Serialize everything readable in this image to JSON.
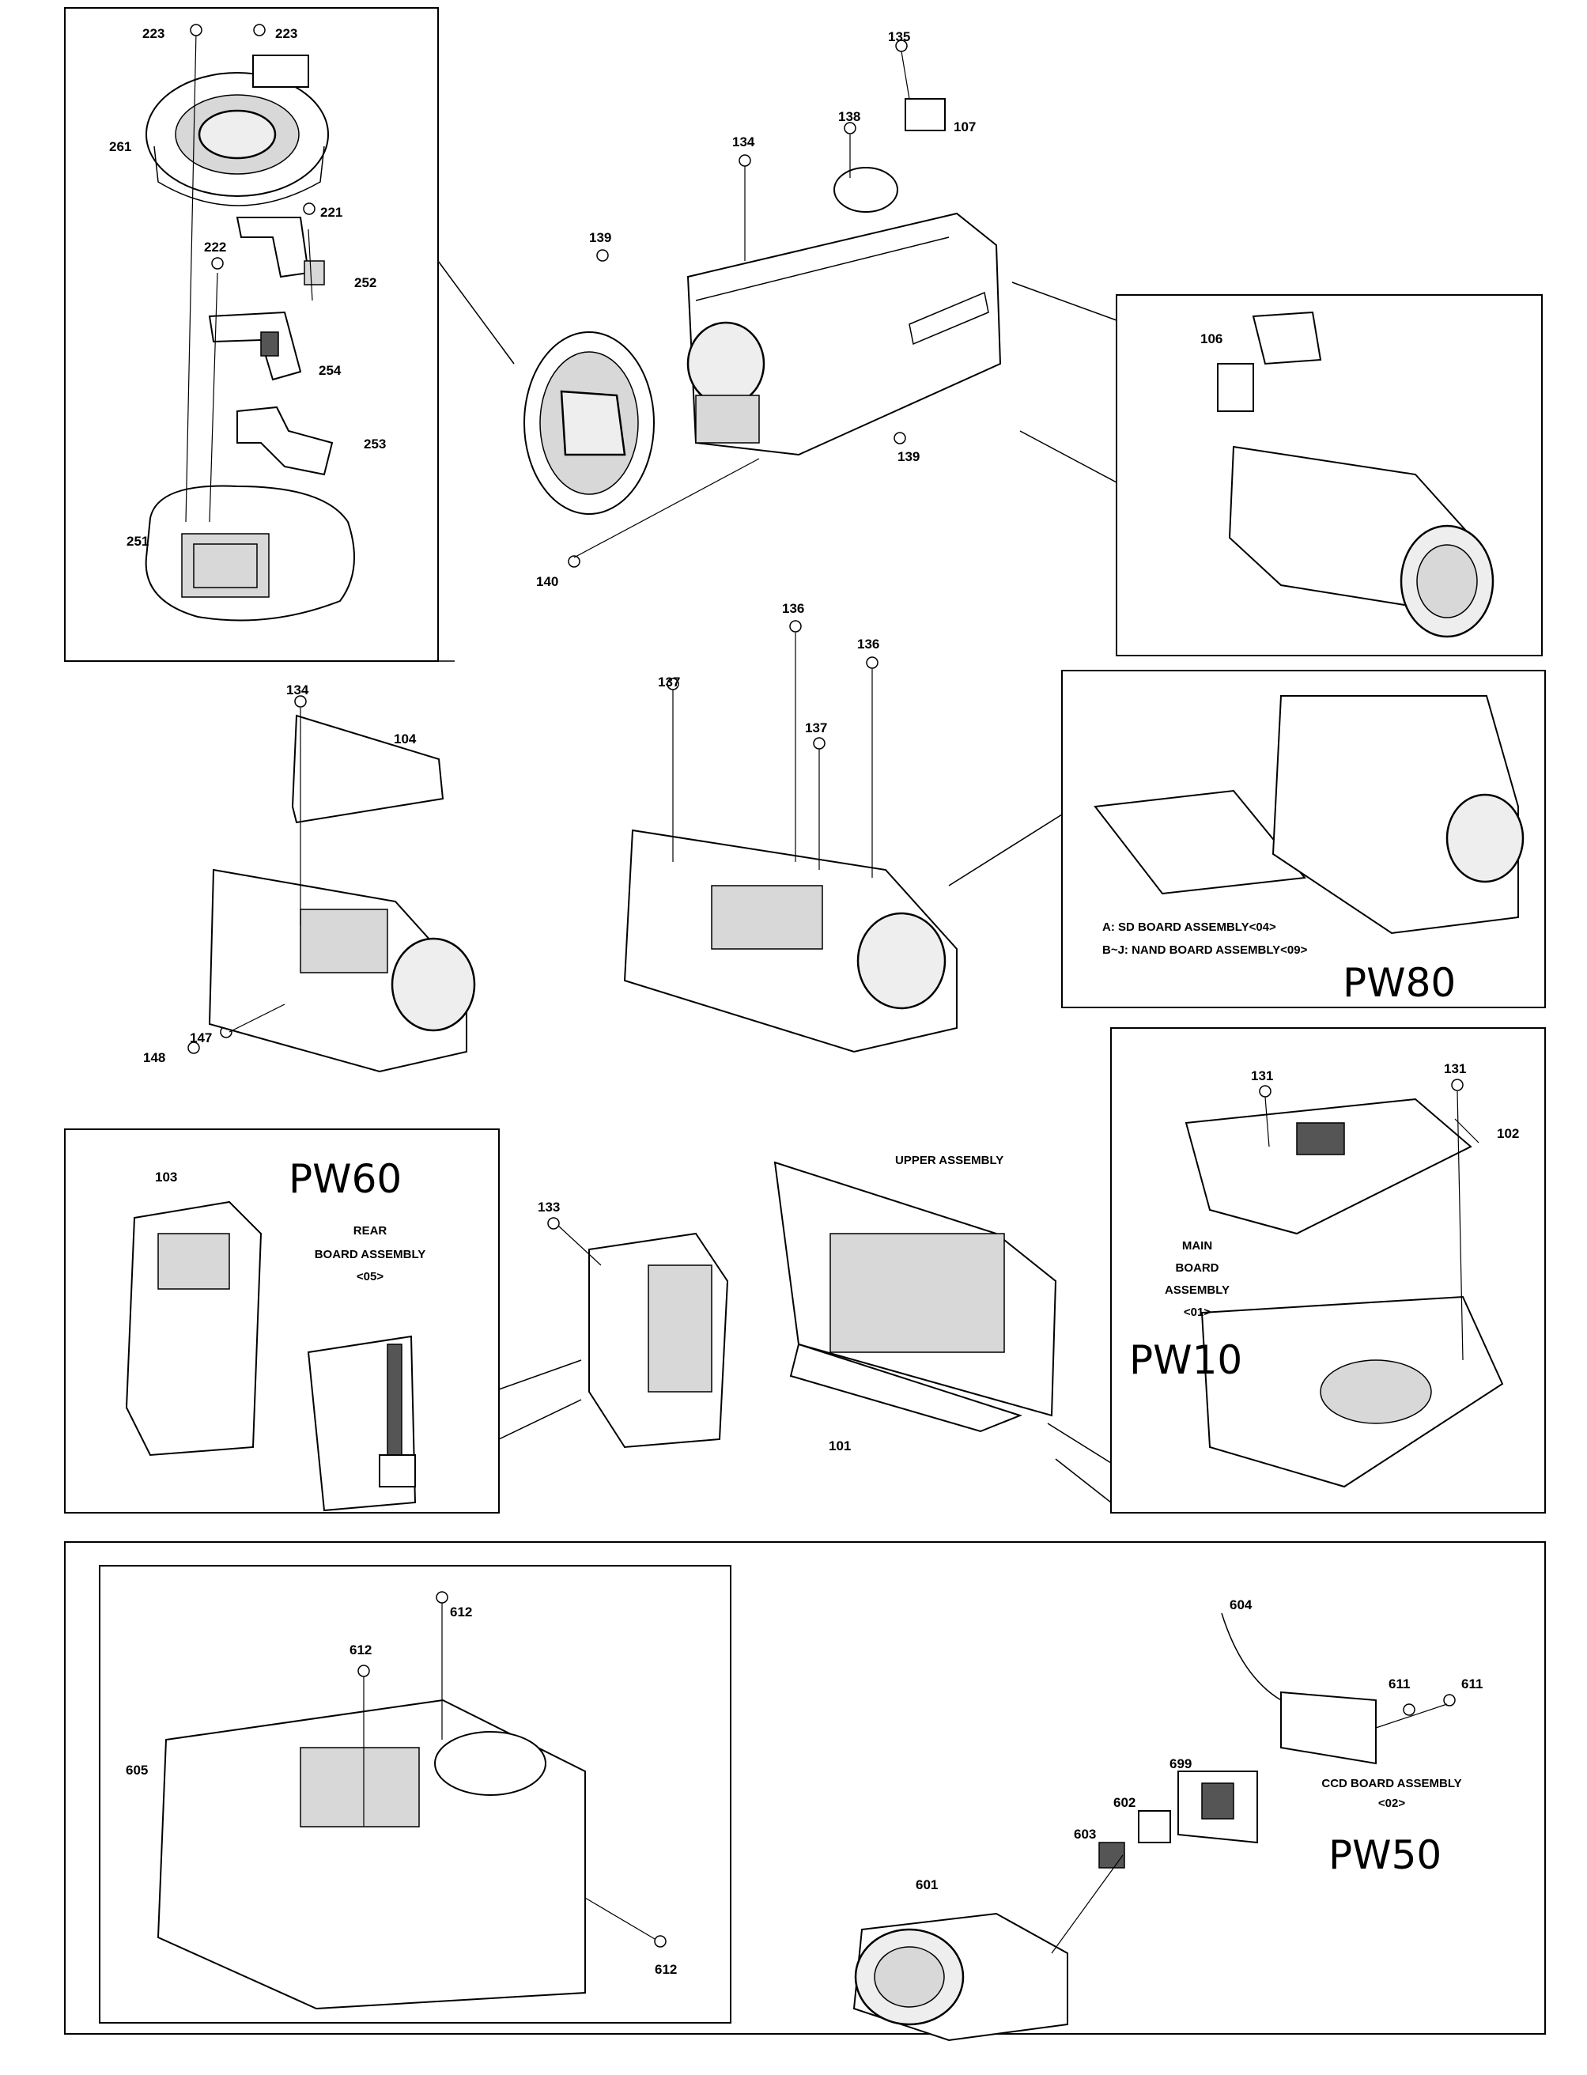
{
  "parts": {
    "p223a": "223",
    "p223b": "223",
    "p261": "261",
    "p221": "221",
    "p222": "222",
    "p252": "252",
    "p254": "254",
    "p253": "253",
    "p251": "251",
    "p135": "135",
    "p107": "107",
    "p138": "138",
    "p134a": "134",
    "p139a": "139",
    "p139b": "139",
    "p140": "140",
    "p106": "106",
    "p134b": "134",
    "p104": "104",
    "p147": "147",
    "p148": "148",
    "p136a": "136",
    "p136b": "136",
    "p137a": "137",
    "p137b": "137",
    "p131a": "131",
    "p131b": "131",
    "p102": "102",
    "p103": "103",
    "p133": "133",
    "p101": "101",
    "p612a": "612",
    "p612b": "612",
    "p612c": "612",
    "p605": "605",
    "p604": "604",
    "p611a": "611",
    "p611b": "611",
    "p699": "699",
    "p602": "602",
    "p603": "603",
    "p601": "601"
  },
  "assemblies": {
    "sd_board": "A: SD BOARD ASSEMBLY<04>",
    "nand_board": "B~J: NAND BOARD ASSEMBLY<09>",
    "upper": "UPPER ASSEMBLY",
    "rear_l1": "REAR",
    "rear_l2": "BOARD ASSEMBLY",
    "rear_l3": "<05>",
    "main_l1": "MAIN",
    "main_l2": "BOARD",
    "main_l3": "ASSEMBLY",
    "main_l4": "<01>",
    "ccd_l1": "CCD BOARD ASSEMBLY",
    "ccd_l2": "<02>"
  },
  "handwritten": {
    "pw80": "PW80",
    "pw60": "PW60",
    "pw10": "PW10",
    "pw50": "PW50"
  }
}
